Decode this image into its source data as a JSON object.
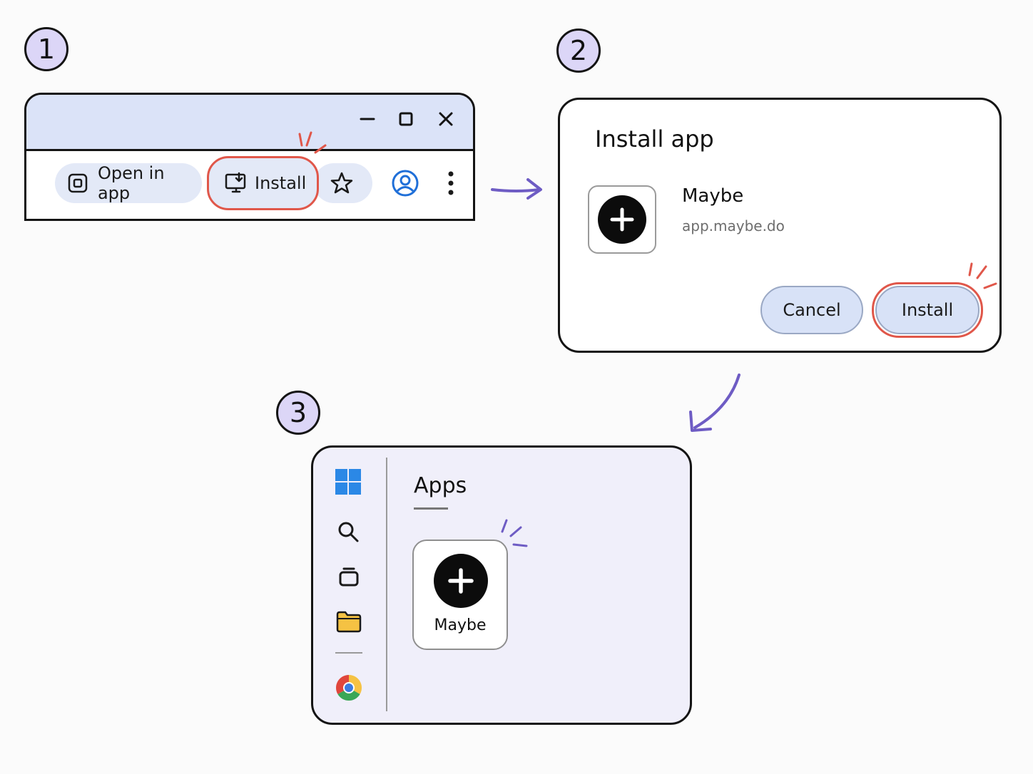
{
  "steps": [
    "1",
    "2",
    "3"
  ],
  "browser": {
    "open_in_app_label": "Open in app",
    "install_label": "Install",
    "icons": [
      "open-in-app-icon",
      "install-icon",
      "star-icon",
      "account-icon",
      "more-vert-icon",
      "minimize-icon",
      "maximize-icon",
      "close-icon"
    ]
  },
  "dialog": {
    "title": "Install app",
    "app_name": "Maybe",
    "app_url": "app.maybe.do",
    "cancel_label": "Cancel",
    "install_label": "Install"
  },
  "apps_panel": {
    "title": "Apps",
    "app_tile_label": "Maybe",
    "icons": [
      "windows-start-icon",
      "search-icon",
      "task-view-icon",
      "folder-icon",
      "chrome-icon"
    ]
  },
  "colors": {
    "highlight": "#e0574a",
    "arrow": "#6e5cc4",
    "step_badge": "#dcd6f7",
    "titlebar": "#dbe3f8",
    "apps_bg": "#f0effa"
  }
}
